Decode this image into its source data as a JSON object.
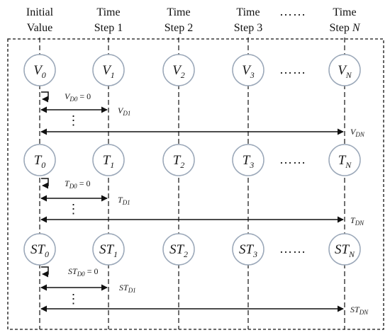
{
  "columns": [
    {
      "line1": "Initial",
      "line2": "Value",
      "line2_italic": ""
    },
    {
      "line1": "Time",
      "line2": "Step 1",
      "line2_italic": ""
    },
    {
      "line1": "Time",
      "line2": "Step 2",
      "line2_italic": ""
    },
    {
      "line1": "Time",
      "line2": "Step 3",
      "line2_italic": ""
    },
    {
      "line1": "",
      "line2": "",
      "line2_italic": "",
      "ellipsis": "……"
    },
    {
      "line1": "Time",
      "line2": "Step ",
      "line2_italic": "N"
    }
  ],
  "rows": [
    {
      "id": "v",
      "nodes": [
        {
          "base": "V",
          "sub": "0"
        },
        {
          "base": "V",
          "sub": "1"
        },
        {
          "base": "V",
          "sub": "2"
        },
        {
          "base": "V",
          "sub": "3"
        },
        {
          "base": "V",
          "sub": "N"
        }
      ],
      "self_label": {
        "base": "V",
        "sub": "D0",
        "eq": " = 0"
      },
      "step1_label": {
        "base": "V",
        "sub": "D1"
      },
      "stepN_label": {
        "base": "V",
        "sub": "DN"
      }
    },
    {
      "id": "t",
      "nodes": [
        {
          "base": "T",
          "sub": "0"
        },
        {
          "base": "T",
          "sub": "1"
        },
        {
          "base": "T",
          "sub": "2"
        },
        {
          "base": "T",
          "sub": "3"
        },
        {
          "base": "T",
          "sub": "N"
        }
      ],
      "self_label": {
        "base": "T",
        "sub": "D0",
        "eq": " = 0"
      },
      "step1_label": {
        "base": "T",
        "sub": "D1"
      },
      "stepN_label": {
        "base": "T",
        "sub": "DN"
      }
    },
    {
      "id": "st",
      "nodes": [
        {
          "base": "ST",
          "sub": "0"
        },
        {
          "base": "ST",
          "sub": "1"
        },
        {
          "base": "ST",
          "sub": "2"
        },
        {
          "base": "ST",
          "sub": "3"
        },
        {
          "base": "ST",
          "sub": "N"
        }
      ],
      "self_label": {
        "base": "ST",
        "sub": "D0",
        "eq": " = 0"
      },
      "step1_label": {
        "base": "ST",
        "sub": "D1"
      },
      "stepN_label": {
        "base": "ST",
        "sub": "DN"
      }
    }
  ],
  "row_ellipsis": "……",
  "vertical_ellipsis": "⋮",
  "colors": {
    "stroke": "#111111",
    "circle_stroke": "#9aa7b8",
    "background": "#ffffff"
  }
}
